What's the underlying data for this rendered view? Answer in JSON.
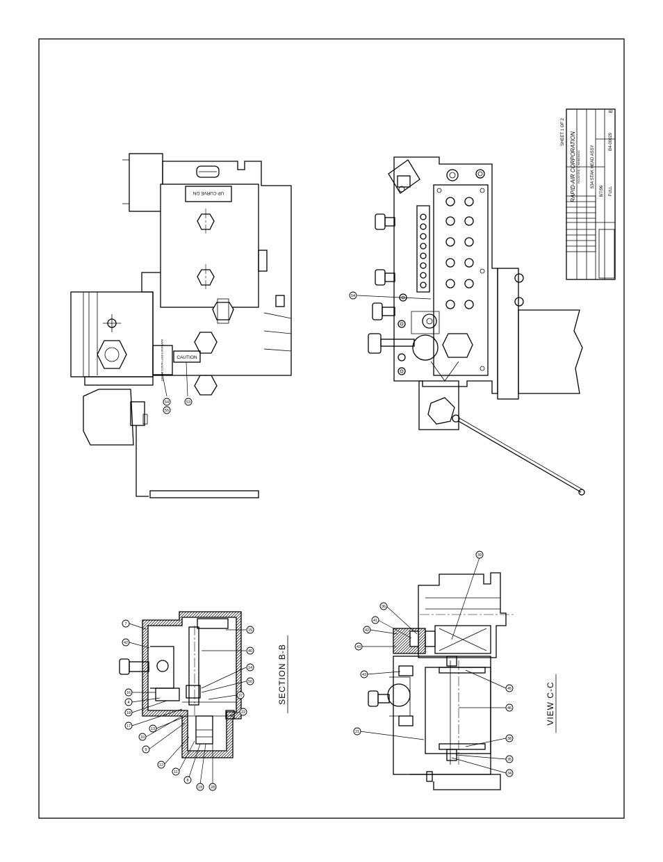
{
  "sheet": {
    "title_block": {
      "sheet_label": "SHEET 1 OF 2",
      "company": "RAPID-AIR CORPORATION",
      "company_sub": "ROCKFORD, IL  WINNEBAGO",
      "drawing_title": "S34 STAK HEAD ASSY",
      "drawing_number": "B4-00029",
      "revision": "E",
      "scale": "FULL",
      "date": "8/7/96"
    },
    "view_labels": {
      "section_bb": "SECTION B-B",
      "view_cc": "VIEW C-C"
    },
    "plates": {
      "curve_plate": "UP CURVE DN",
      "caution": "CAUTION",
      "warning_small": "WARNING KEEP HANDS CLEAR"
    },
    "balloons": {
      "front": [
        "54",
        "55",
        "53"
      ],
      "right": [
        "54"
      ],
      "section_bb": [
        "7",
        "42",
        "16",
        "4",
        "18",
        "17",
        "10",
        "9",
        "13",
        "12",
        "11",
        "8",
        "19",
        "28",
        "15",
        "40",
        "14",
        "50",
        "37",
        "22"
      ],
      "view_cc": [
        "39",
        "36",
        "41",
        "42",
        "43",
        "21",
        "45",
        "46",
        "38",
        "35",
        "34"
      ]
    }
  }
}
